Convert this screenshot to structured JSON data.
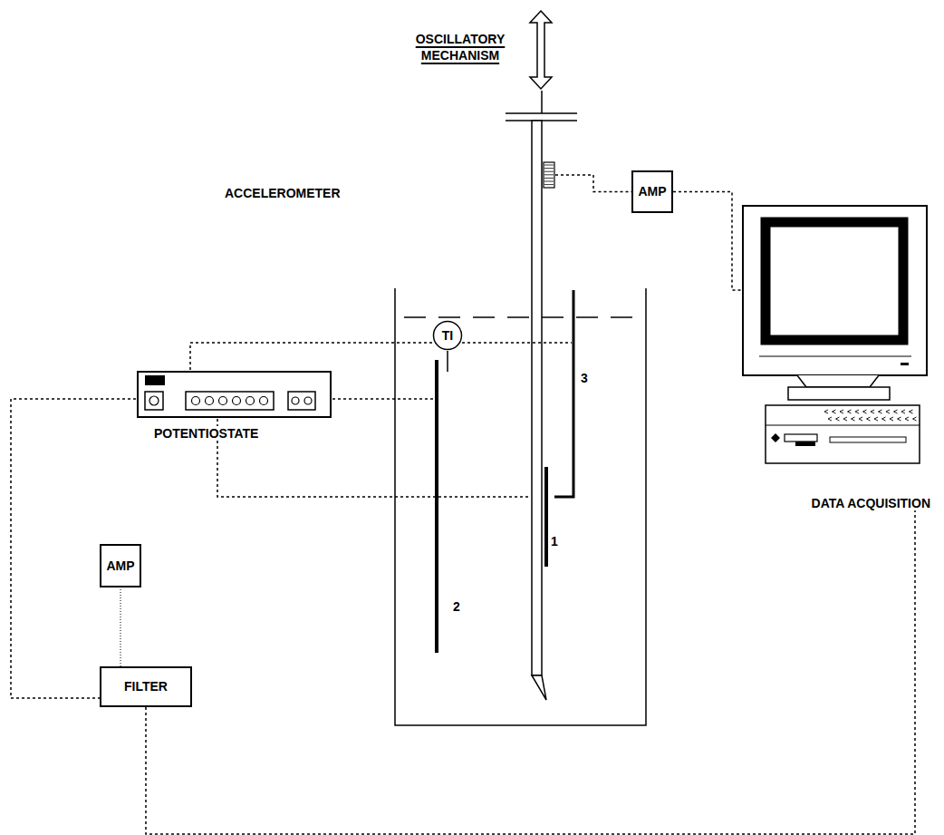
{
  "diagram": {
    "nodes": [
      {
        "text": [
          "ACCELEROMETER"
        ]
      },
      {
        "text": [
          "AMP"
        ]
      },
      {
        "text": [
          "TI"
        ]
      },
      {
        "text": [
          "DATA ACQUISITION"
        ]
      },
      {
        "text": [
          "POTENTIOSTATE"
        ]
      },
      {
        "text": [
          "AMP"
        ]
      },
      {
        "text": [
          "FILTER"
        ]
      }
    ],
    "edges": [
      {
        "from": 0,
        "to": 1,
        "arrow": "none"
      },
      {
        "from": 1,
        "to": 3,
        "arrow": "none"
      },
      {
        "from": 4,
        "to": 6,
        "arrow": "none"
      },
      {
        "from": 6,
        "to": 5,
        "arrow": "none"
      },
      {
        "from": 6,
        "to": 3,
        "arrow": "none"
      }
    ],
    "labels": [
      "OSCILLATORY MECHANISM",
      "1",
      "2",
      "3"
    ]
  }
}
